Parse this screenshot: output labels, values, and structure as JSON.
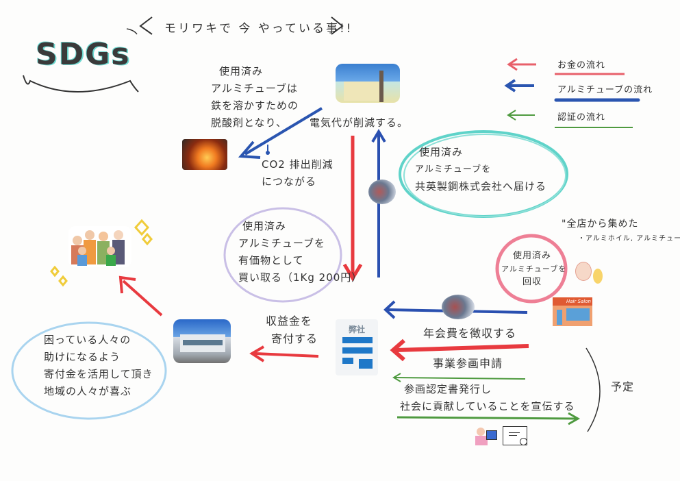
{
  "header": {
    "title": "モリワキで 今 やっている事!!",
    "logo_text": "SDGs"
  },
  "legend": [
    {
      "label": "お金の流れ",
      "color": "#e8606a"
    },
    {
      "label": "アルミチューブの流れ",
      "color": "#2a55b0"
    },
    {
      "label": "認証の流れ",
      "color": "#4e9a3f"
    }
  ],
  "colors": {
    "money": "#e83a3f",
    "tube": "#2a50b0",
    "cert": "#4e9a3f",
    "ellipse_teal": "#5fd3c9",
    "ellipse_lavender": "#c9bfe6",
    "ellipse_pink": "#ee7f95",
    "ellipse_lightblue": "#a9d4ef",
    "sparkle": "#f0cc3a"
  },
  "notes": {
    "deoxidizer": [
      "使用済み",
      "アルミチューブは",
      "鉄を溶かすための",
      "脱酸剤となり、"
    ],
    "electricity": "電気代が削減する。",
    "co2": [
      "CO2 排出削減",
      "につながる"
    ],
    "deliver": [
      "使用済み",
      "アルミチューブを",
      "共英製鋼株式会社へ届ける"
    ],
    "buyback": [
      "使用済み",
      "アルミチューブを",
      "有価物として",
      "買い取る（1Kg 200円）"
    ],
    "collected_quote": [
      "\"全店から集めた",
      "・アルミホイル, アルミチューブ\""
    ],
    "collect": [
      "使用済み",
      "アルミチューブを",
      "回収"
    ],
    "donate": [
      "収益金を",
      "寄付する"
    ],
    "community": [
      "困っている人々の",
      "助けになるよう",
      "寄付金を活用して頂き",
      "地域の人々が喜ぶ"
    ],
    "fee": "年会費を徴収する",
    "apply": "事業参画申請",
    "certify": [
      "参画認定書発行し",
      "社会に貢献していることを宣伝する"
    ],
    "planned": "予定"
  },
  "images": {
    "steel_factory": "steel-factory-photo",
    "molten_steel": "molten-steel-photo",
    "tubes_pile_1": "aluminum-tubes-photo",
    "tubes_pile_2": "aluminum-tubes-photo",
    "family": "family-illustration",
    "city_hall": "city-hall-photo",
    "hair_salon": {
      "sign": "Hair Salon"
    },
    "company": {
      "label": "弊社"
    },
    "certificate": "certificate-illustration"
  }
}
